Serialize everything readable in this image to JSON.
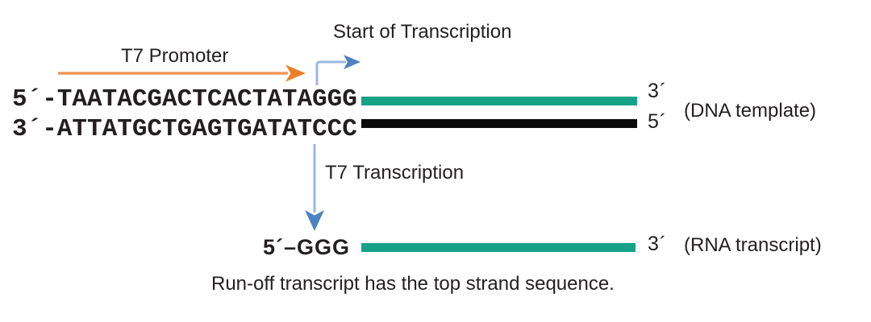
{
  "colors": {
    "background": "#ffffff",
    "text": "#231f20",
    "strand_green": "#16a286",
    "strand_black": "#0b0b0b",
    "promoter_orange": "#f2975a",
    "promoter_orange_head": "#ec7f2b",
    "arrow_blue_shaft": "#9bb7e0",
    "arrow_blue_head": "#4d82c3"
  },
  "labels": {
    "start_of_transcription": "Start of Transcription",
    "t7_promoter": "T7 Promoter",
    "t7_transcription": "T7 Transcription"
  },
  "dna": {
    "top_strand": "5´-TAATACGACTCACTATAGGG",
    "top_end_label": "3´",
    "bottom_strand": "3´-ATTATGCTGAGTGATATCCC",
    "bottom_end_label": "5´",
    "name": "(DNA template)"
  },
  "rna": {
    "label": "5´–GGG",
    "end_label": "3´",
    "name": "(RNA transcript)"
  },
  "caption": "Run-off transcript has the top strand sequence."
}
